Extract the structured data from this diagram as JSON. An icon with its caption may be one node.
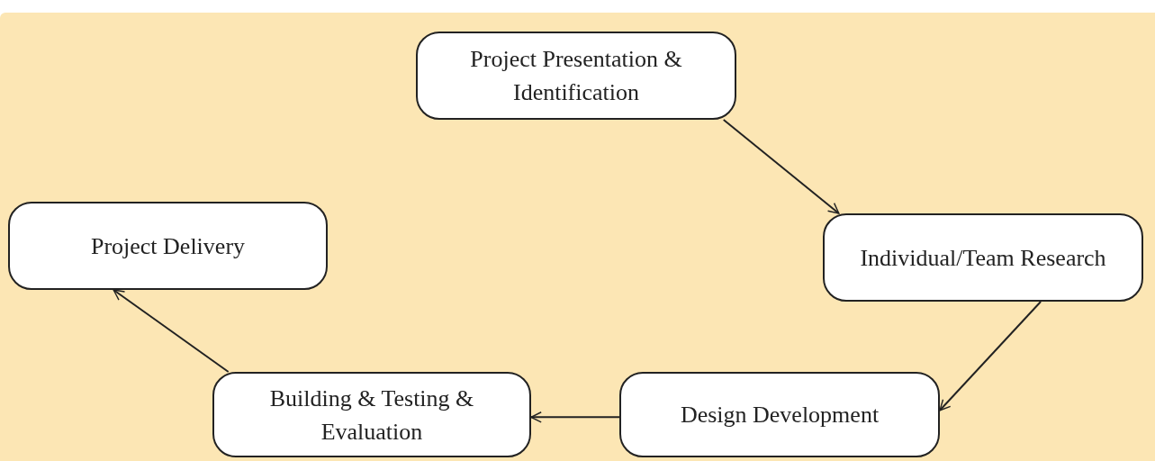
{
  "diagram": {
    "nodes": [
      {
        "text": [
          "Project Presentation & Identification"
        ]
      },
      {
        "text": [
          "Individual/Team Research"
        ]
      },
      {
        "text": [
          "Design Development"
        ]
      },
      {
        "text": [
          "Building & Testing & Evaluation"
        ]
      },
      {
        "text": [
          "Project Delivery"
        ]
      }
    ],
    "edges": [
      {
        "from": 0,
        "to": 1,
        "arrow": "to"
      },
      {
        "from": 1,
        "to": 2,
        "arrow": "to"
      },
      {
        "from": 2,
        "to": 3,
        "arrow": "to"
      },
      {
        "from": 3,
        "to": 4,
        "arrow": "to"
      }
    ]
  }
}
